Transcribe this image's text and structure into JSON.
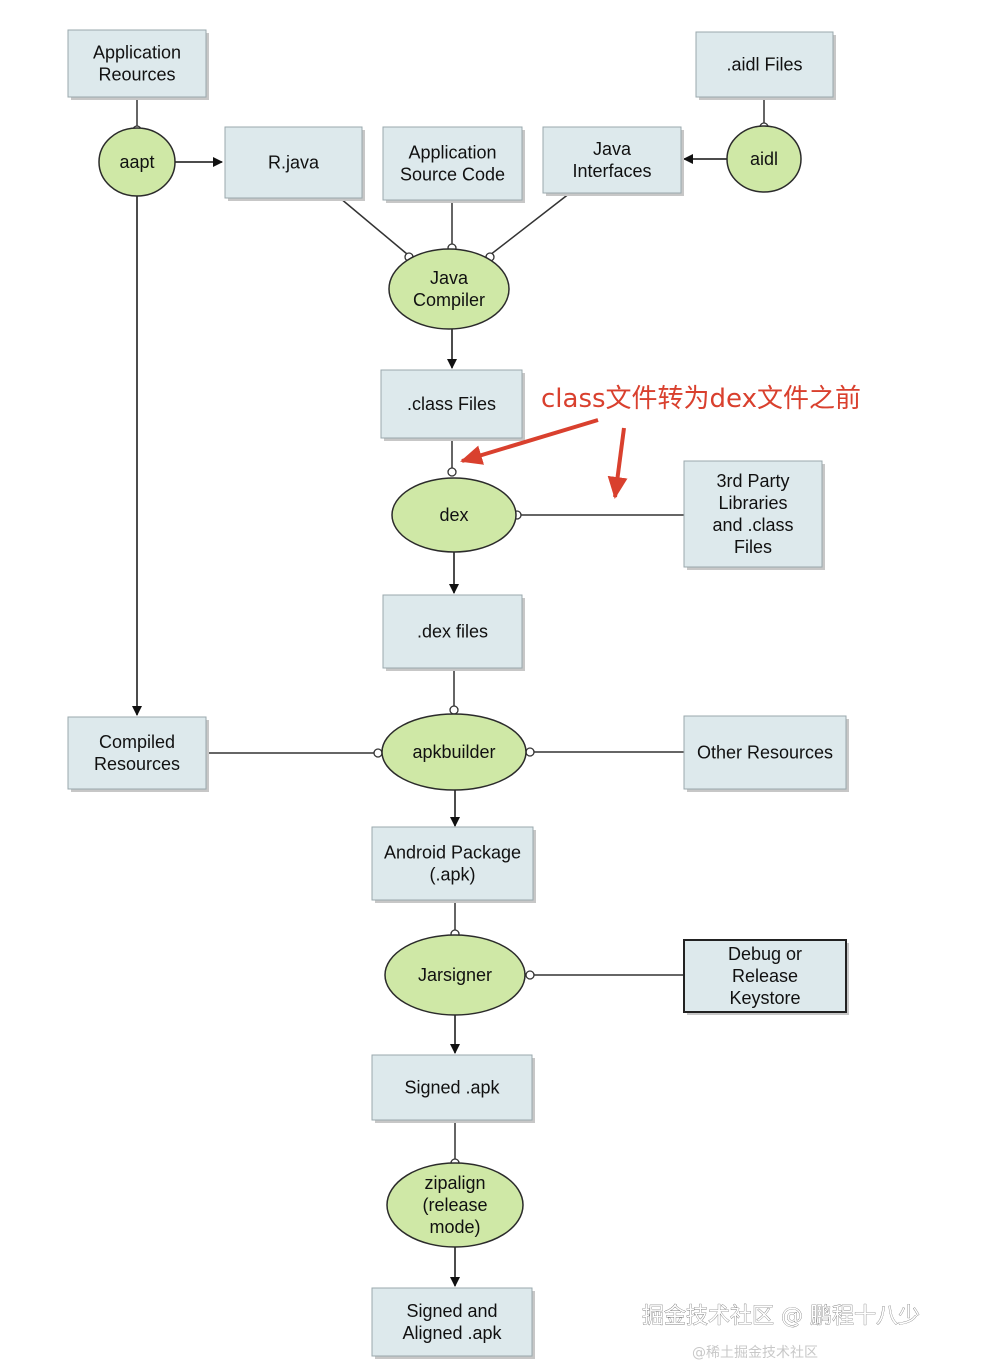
{
  "boxes": {
    "app_resources": [
      "Application",
      "Reources"
    ],
    "aidl_files": [
      ".aidl Files"
    ],
    "r_java": [
      "R.java"
    ],
    "app_source": [
      "Application",
      "Source Code"
    ],
    "java_interfaces": [
      "Java",
      "Interfaces"
    ],
    "class_files": [
      ".class Files"
    ],
    "third_party": [
      "3rd Party",
      "Libraries",
      "and .class",
      "Files"
    ],
    "dex_files": [
      ".dex files"
    ],
    "compiled_resources": [
      "Compiled",
      "Resources"
    ],
    "other_resources": [
      "Other Resources"
    ],
    "android_package": [
      "Android Package",
      "(.apk)"
    ],
    "debug_keystore": [
      "Debug or",
      "Release",
      "Keystore"
    ],
    "signed_apk": [
      "Signed .apk"
    ],
    "signed_aligned": [
      "Signed and",
      "Aligned .apk"
    ]
  },
  "nodes": {
    "aapt": [
      "aapt"
    ],
    "aidl": [
      "aidl"
    ],
    "java_compiler": [
      "Java",
      "Compiler"
    ],
    "dex": [
      "dex"
    ],
    "apkbuilder": [
      "apkbuilder"
    ],
    "jarsigner": [
      "Jarsigner"
    ],
    "zipalign": [
      "zipalign",
      "(release",
      "mode)"
    ]
  },
  "annotation": {
    "text": "class文件转为dex文件之前",
    "color": "#d9402e"
  },
  "watermark": {
    "main": "掘金技术社区 @ 鹏程十八少",
    "sub": "@稀土掘金技术社区"
  },
  "colors": {
    "box_fill": "#dde9ec",
    "node_fill": "#cfe8a6",
    "annotation": "#d9402e"
  }
}
